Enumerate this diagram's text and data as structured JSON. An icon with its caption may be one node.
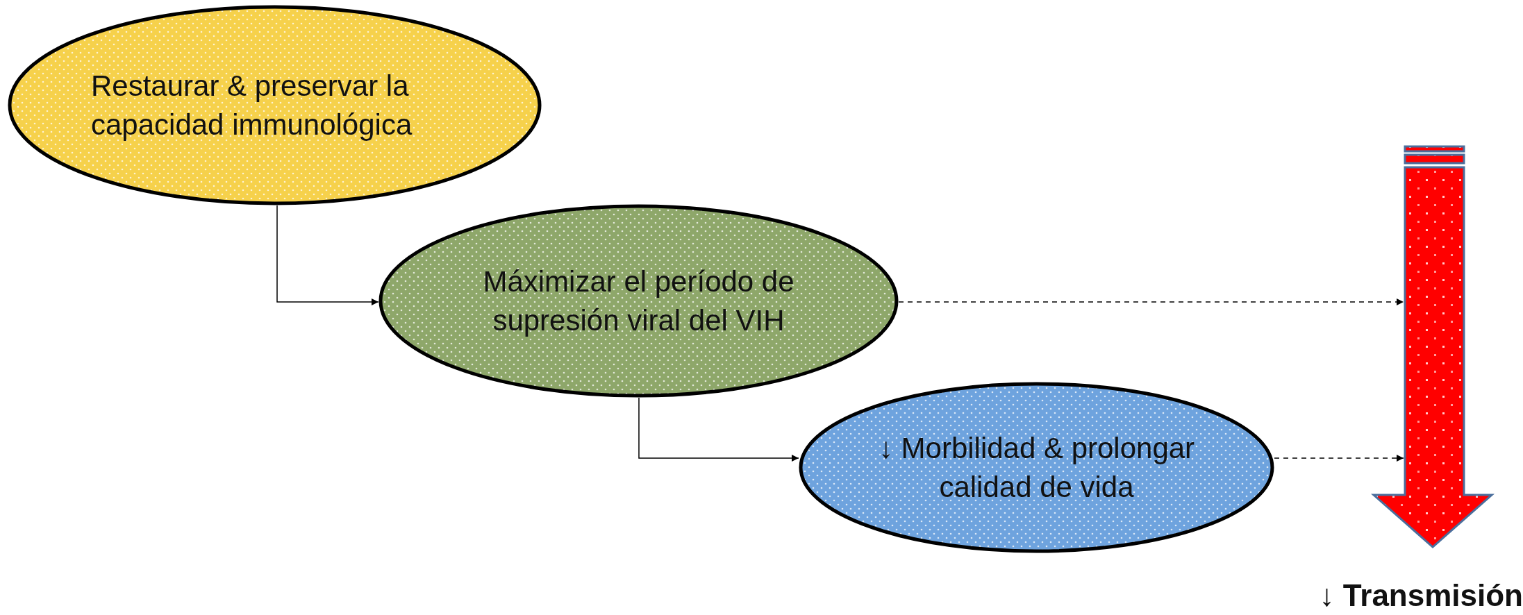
{
  "diagram": {
    "nodes": [
      {
        "text": [
          "Restaurar & preservar la capacidad immunológica"
        ]
      },
      {
        "text": [
          "Máximizar el período de supresión viral del VIH"
        ]
      },
      {
        "text": [
          "↓ Morbilidad & prolongar calidad de vida"
        ]
      },
      {
        "text": [
          "↓ Transmisión"
        ]
      }
    ],
    "edges": [
      {
        "from": 0,
        "to": 1,
        "arrow": "to"
      },
      {
        "from": 1,
        "to": 2,
        "arrow": "to"
      },
      {
        "from": 1,
        "to": 3,
        "arrow": "to",
        "style": "dashed"
      },
      {
        "from": 2,
        "to": 3,
        "arrow": "to",
        "style": "dashed"
      }
    ]
  }
}
